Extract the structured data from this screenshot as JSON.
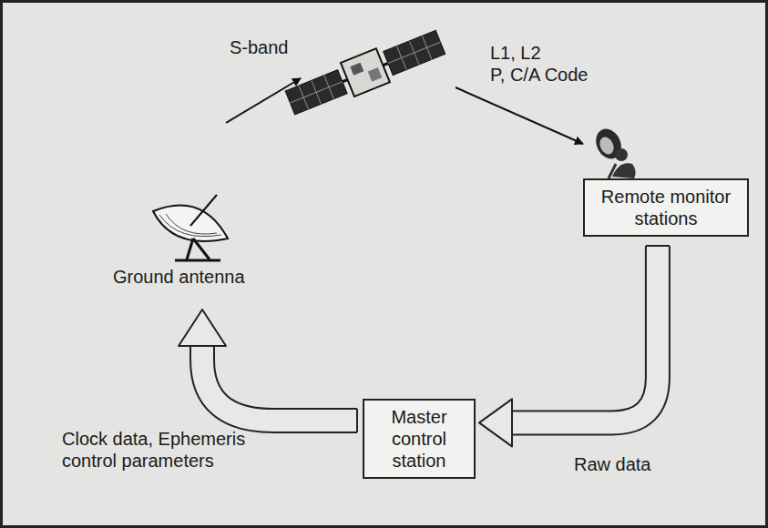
{
  "diagram": {
    "nodes": [
      {
        "text": [
          "Remote monitor stations"
        ]
      },
      {
        "text": [
          "Master control station"
        ]
      }
    ],
    "edges": [
      {
        "from": 0,
        "to": 1,
        "arrow": "to",
        "label": "Raw data"
      }
    ],
    "labels": [
      "S-band",
      "L1, L2",
      "P, C/A Code",
      "Ground antenna",
      "Clock data, Ephemeris control parameters"
    ]
  }
}
